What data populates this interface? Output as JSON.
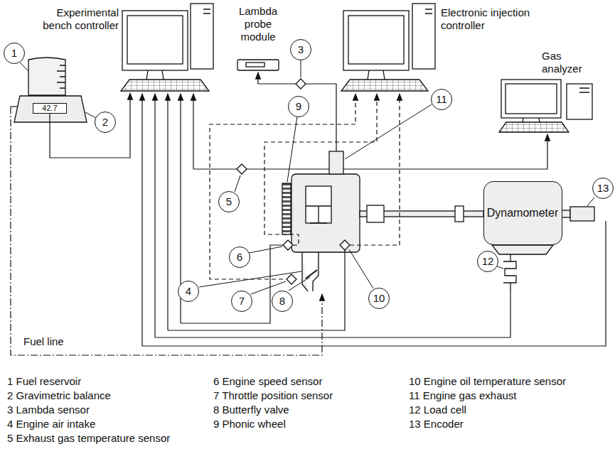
{
  "diagram": {
    "nodes": [
      {
        "text": [
          "Experimental bench controller"
        ]
      },
      {
        "text": [
          "Lambda probe module"
        ]
      },
      {
        "text": [
          "Electronic injection controller"
        ]
      },
      {
        "text": [
          "Gas analyzer"
        ]
      },
      {
        "text": [
          "42.7"
        ]
      },
      {
        "text": [
          "Dynamometer"
        ]
      },
      {
        "text": [
          "1"
        ]
      },
      {
        "text": [
          "2"
        ]
      },
      {
        "text": [
          "3"
        ]
      },
      {
        "text": [
          "4"
        ]
      },
      {
        "text": [
          "5"
        ]
      },
      {
        "text": [
          "6"
        ]
      },
      {
        "text": [
          "7"
        ]
      },
      {
        "text": [
          "8"
        ]
      },
      {
        "text": [
          "9"
        ]
      },
      {
        "text": [
          "10"
        ]
      },
      {
        "text": [
          "11"
        ]
      },
      {
        "text": [
          "12"
        ]
      },
      {
        "text": [
          "13"
        ]
      }
    ],
    "edges": [
      {
        "from": 4,
        "to": 0,
        "arrow": "to"
      }
    ],
    "labels": [
      "Fuel line",
      "1 Fuel reservoir",
      "2 Gravimetric balance",
      "3 Lambda sensor",
      "4 Engine air intake",
      "5 Exhaust gas temperature sensor",
      "6 Engine speed sensor",
      "7 Throttle position sensor",
      "8 Butterfly valve",
      "9 Phonic wheel",
      "10 Engine oil temperature sensor",
      "11 Engine gas exhaust",
      "12 Load cell",
      "13 Encoder"
    ]
  }
}
